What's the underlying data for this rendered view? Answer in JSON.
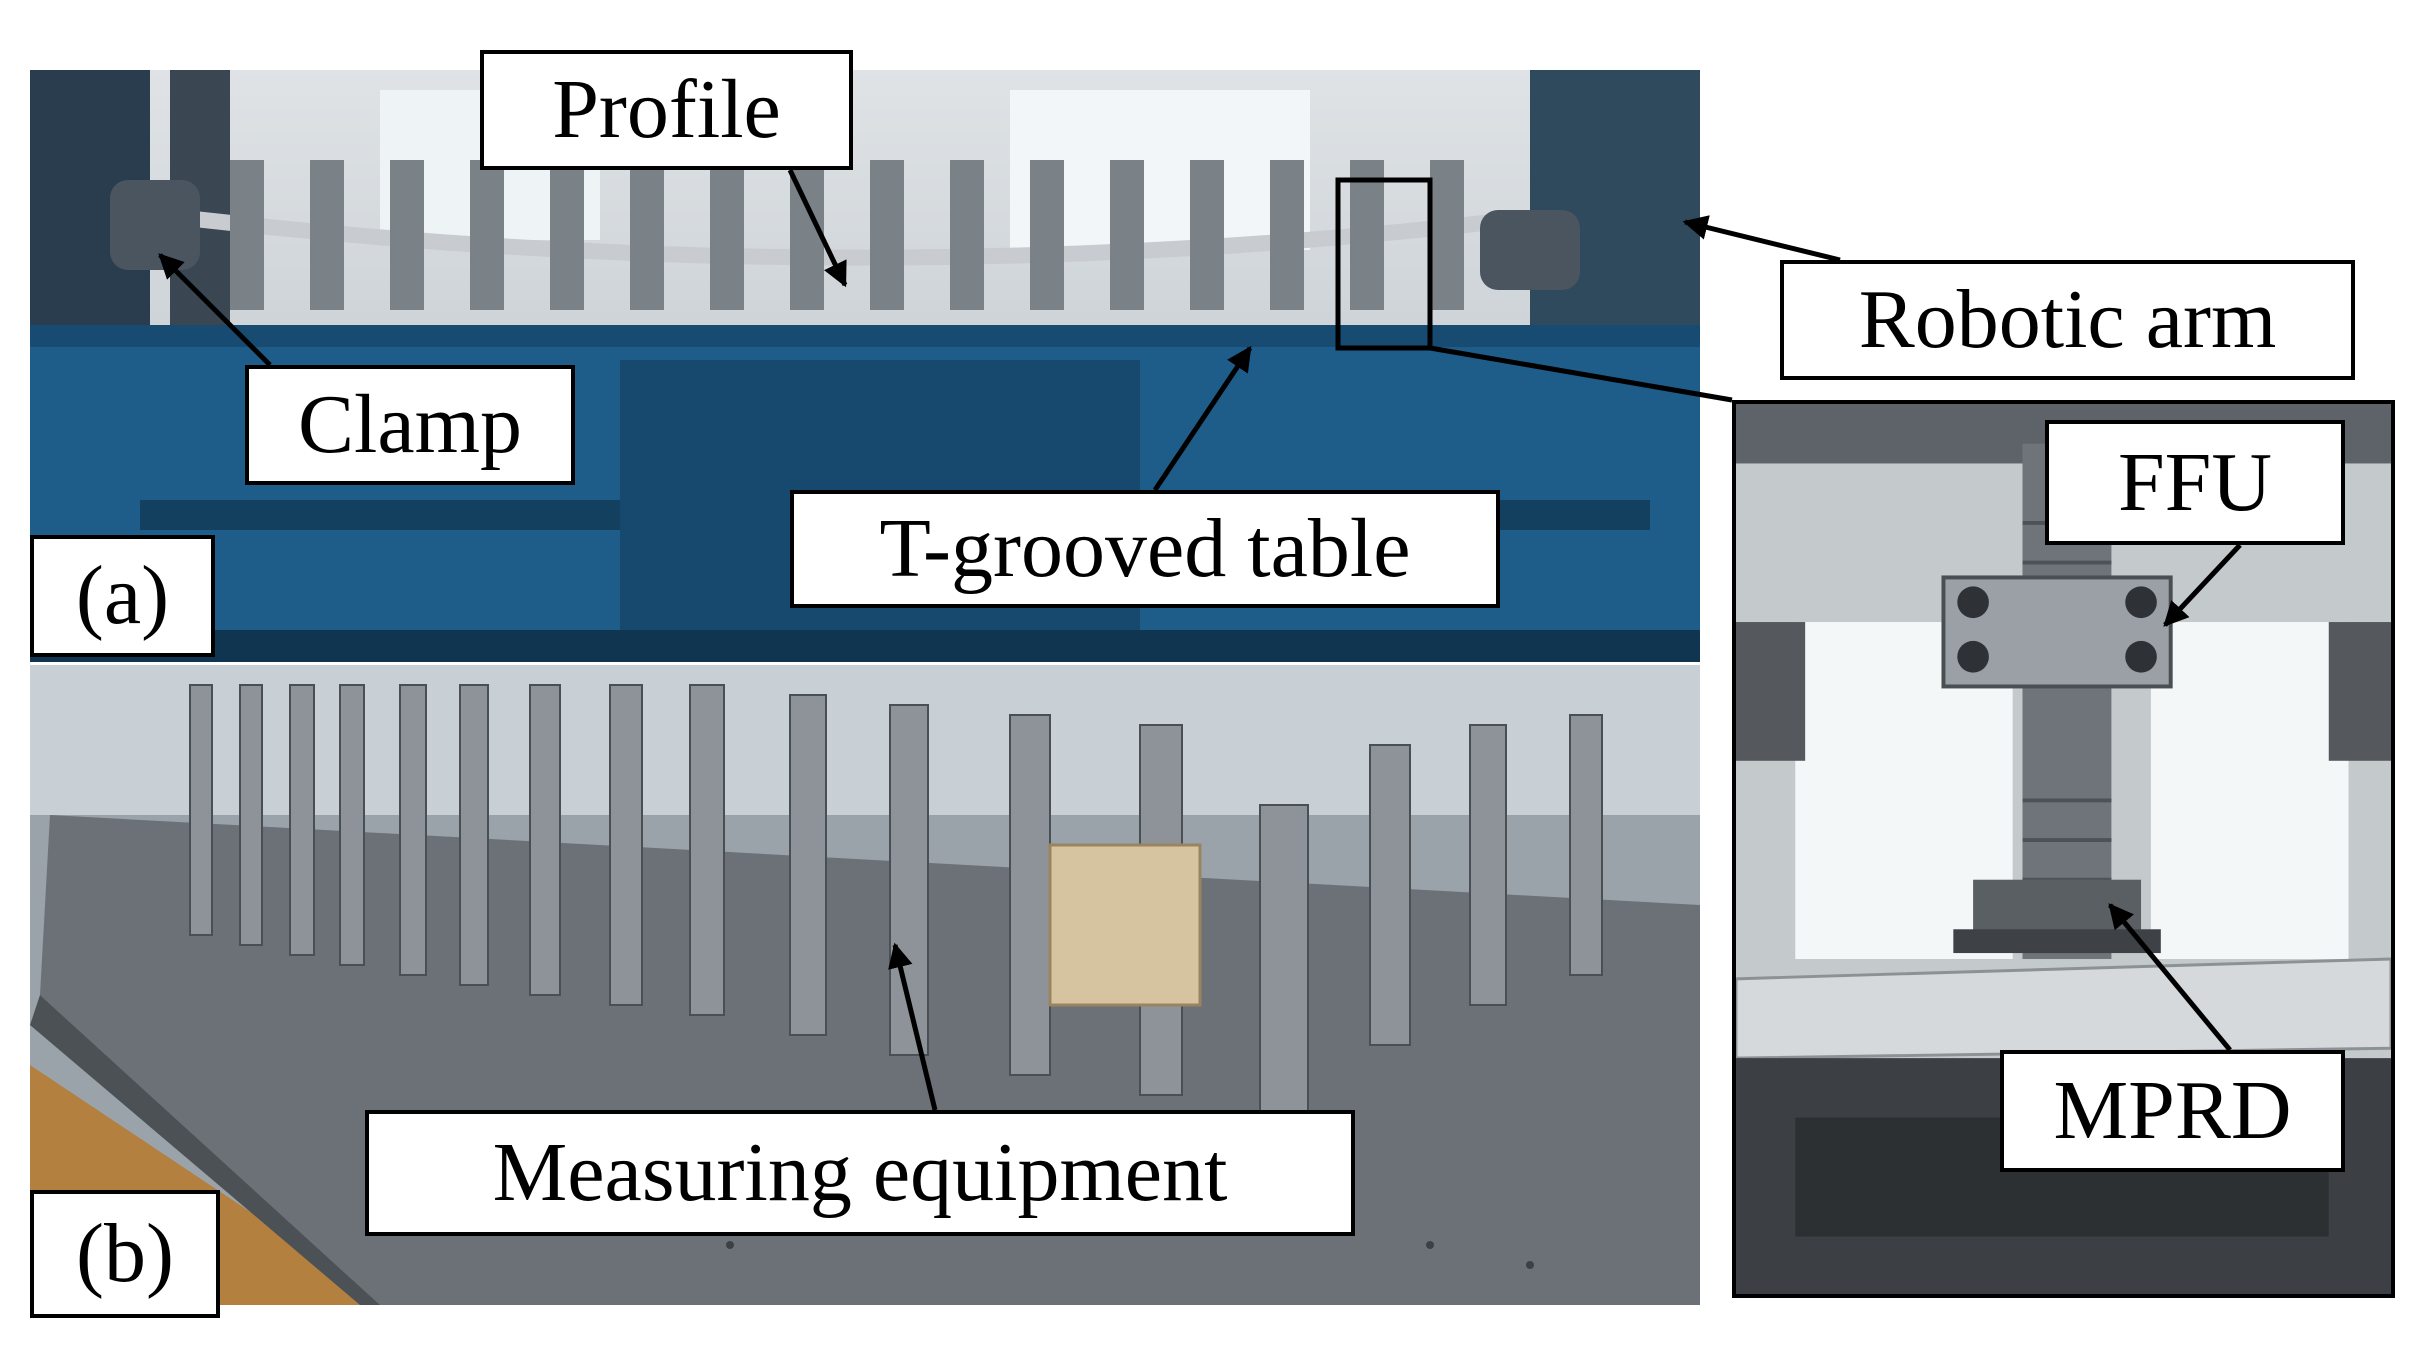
{
  "colors": {
    "machine_blue": "#1e5c8a",
    "steel": "#8a8f94",
    "window_light": "#e9eef2",
    "label_border": "#000000",
    "label_fill": "#ffffff"
  },
  "panel_a": {
    "tag": "(a)",
    "labels": {
      "profile": "Profile",
      "clamp": "Clamp",
      "t_grooved_table": "T-grooved table",
      "robotic_arm": "Robotic arm"
    }
  },
  "panel_b": {
    "tag": "(b)",
    "labels": {
      "measuring_equipment": "Measuring equipment"
    }
  },
  "detail_panel": {
    "labels": {
      "ffu": "FFU",
      "mprd": "MPRD"
    }
  }
}
